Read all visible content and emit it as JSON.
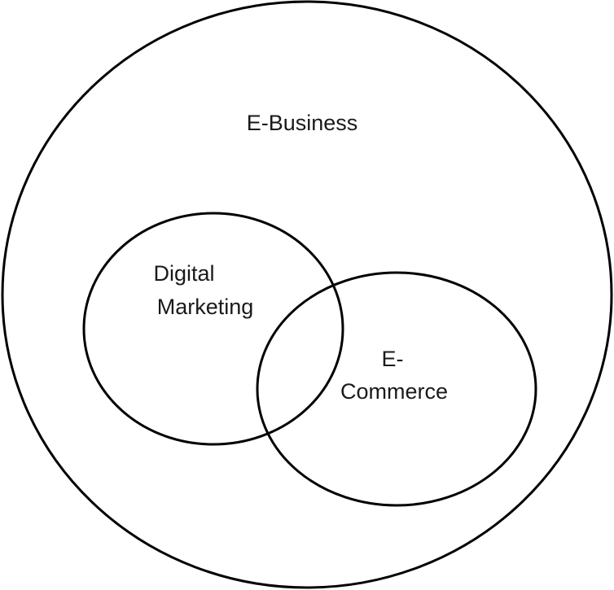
{
  "diagram": {
    "outer": {
      "label": "E-Business"
    },
    "left": {
      "label_line1": "Digital",
      "label_line2": "Marketing"
    },
    "right": {
      "label_line1": "E-",
      "label_line2": "Commerce"
    }
  },
  "colors": {
    "stroke": "#000000",
    "text": "#1a1a1a",
    "background": "#ffffff"
  }
}
